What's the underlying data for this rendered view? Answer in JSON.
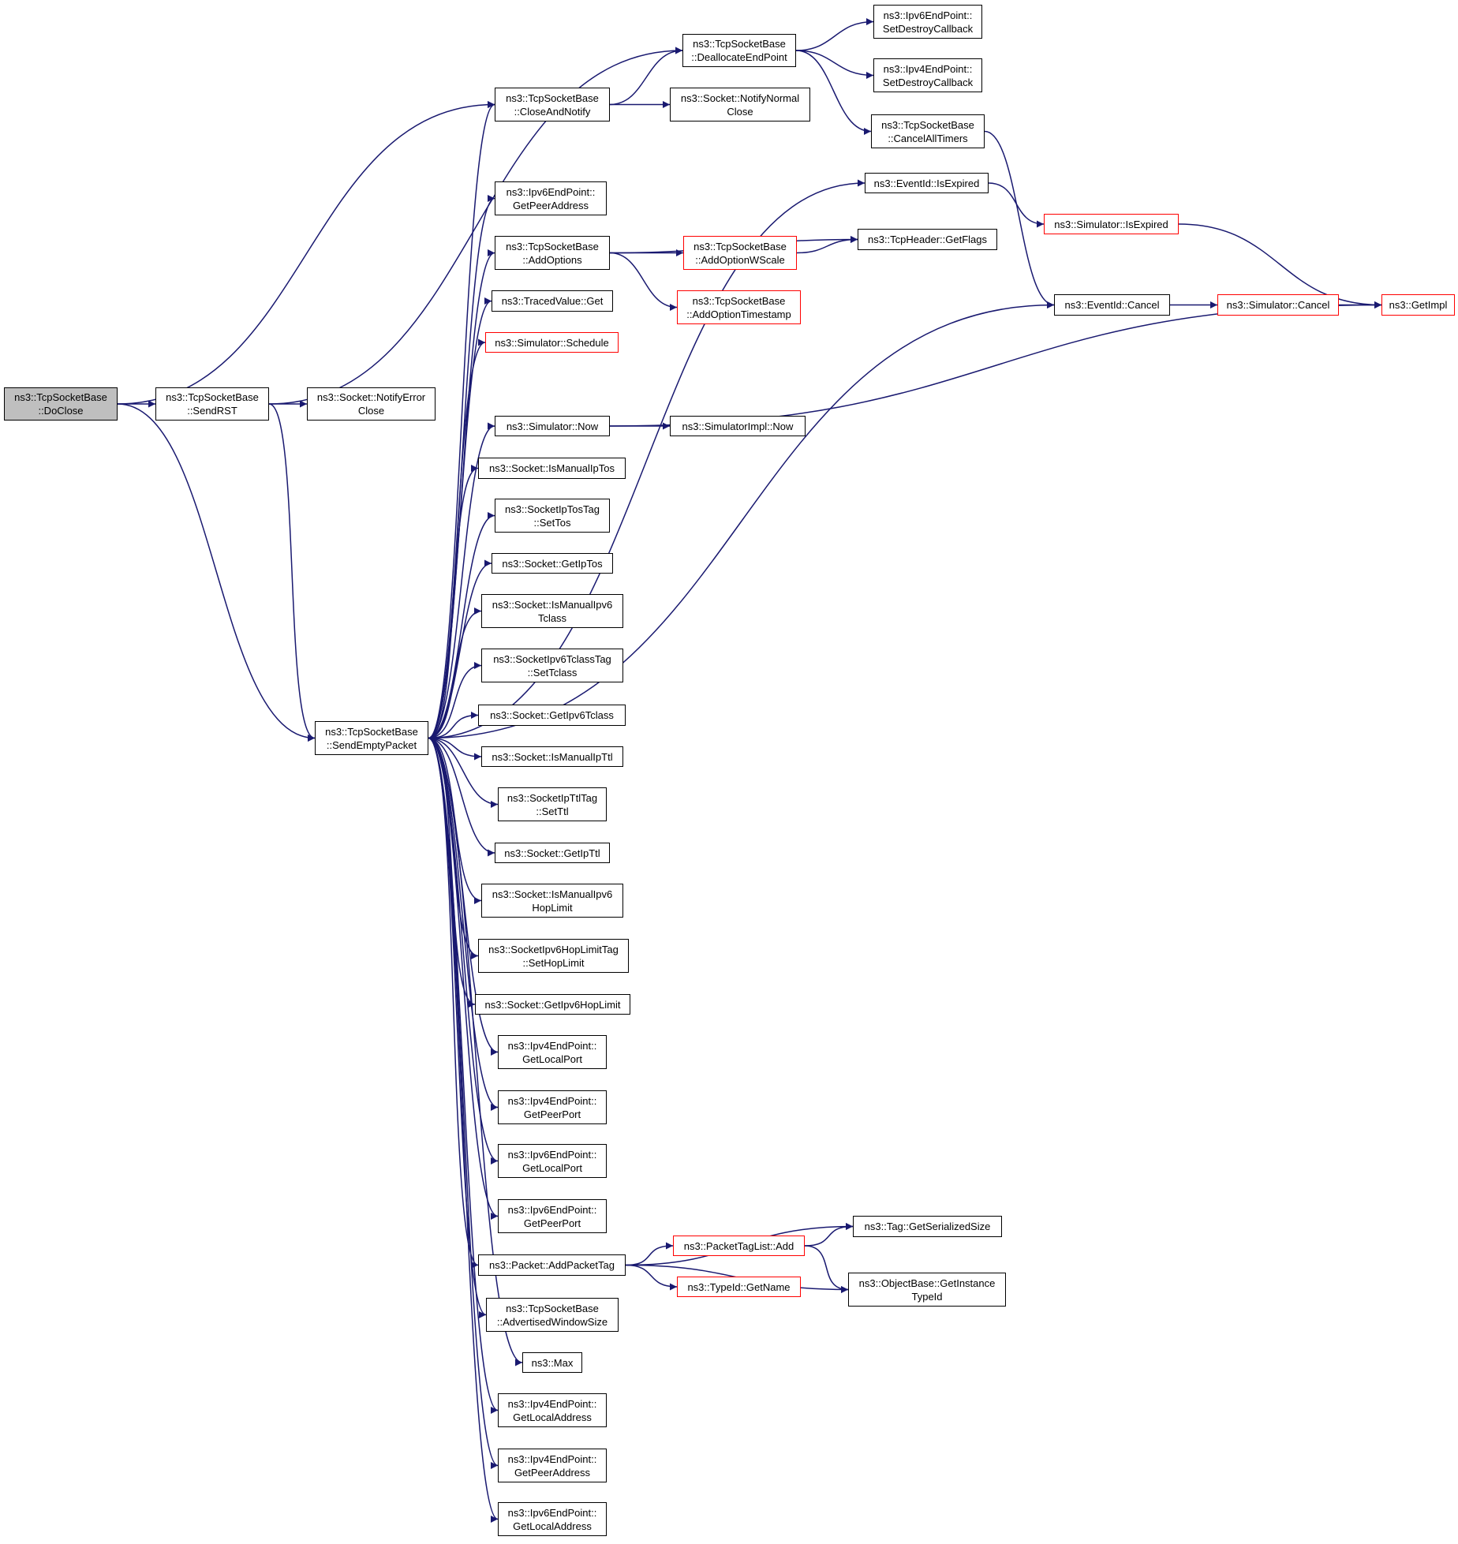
{
  "diagram": {
    "edge_color": "#191970",
    "node_border": "#000000",
    "truncated_node_border": "#ff0000",
    "root_fill": "#bfbfbf",
    "nodes": [
      {
        "id": "doclose",
        "lines": [
          "ns3::TcpSocketBase",
          "::DoClose"
        ],
        "root": true
      },
      {
        "id": "sendrst",
        "lines": [
          "ns3::TcpSocketBase",
          "::SendRST"
        ]
      },
      {
        "id": "notifyerrorclose",
        "lines": [
          "ns3::Socket::NotifyError",
          "Close"
        ]
      },
      {
        "id": "closeandnotify",
        "lines": [
          "ns3::TcpSocketBase",
          "::CloseAndNotify"
        ]
      },
      {
        "id": "deallocateendpoint",
        "lines": [
          "ns3::TcpSocketBase",
          "::DeallocateEndPoint"
        ]
      },
      {
        "id": "ipv6setdestroy",
        "lines": [
          "ns3::Ipv6EndPoint::",
          "SetDestroyCallback"
        ]
      },
      {
        "id": "ipv4setdestroy",
        "lines": [
          "ns3::Ipv4EndPoint::",
          "SetDestroyCallback"
        ]
      },
      {
        "id": "notifynormalclose",
        "lines": [
          "ns3::Socket::NotifyNormal",
          "Close"
        ]
      },
      {
        "id": "cancelalltimers",
        "lines": [
          "ns3::TcpSocketBase",
          "::CancelAllTimers"
        ]
      },
      {
        "id": "eventidisexpired",
        "lines": [
          "ns3::EventId::IsExpired"
        ]
      },
      {
        "id": "simulatorisexpired",
        "lines": [
          "ns3::Simulator::IsExpired"
        ],
        "red": true
      },
      {
        "id": "getimpl",
        "lines": [
          "ns3::GetImpl"
        ],
        "red": true
      },
      {
        "id": "eventidcancel",
        "lines": [
          "ns3::EventId::Cancel"
        ]
      },
      {
        "id": "simulatorcancel",
        "lines": [
          "ns3::Simulator::Cancel"
        ],
        "red": true
      },
      {
        "id": "ipv6getpeeraddress",
        "lines": [
          "ns3::Ipv6EndPoint::",
          "GetPeerAddress"
        ]
      },
      {
        "id": "addoptions",
        "lines": [
          "ns3::TcpSocketBase",
          "::AddOptions"
        ]
      },
      {
        "id": "tcpheadergetflags",
        "lines": [
          "ns3::TcpHeader::GetFlags"
        ]
      },
      {
        "id": "addoptionwscale",
        "lines": [
          "ns3::TcpSocketBase",
          "::AddOptionWScale"
        ],
        "red": true
      },
      {
        "id": "addoptiontimestamp",
        "lines": [
          "ns3::TcpSocketBase",
          "::AddOptionTimestamp"
        ],
        "red": true
      },
      {
        "id": "tracedvalueget",
        "lines": [
          "ns3::TracedValue::Get"
        ]
      },
      {
        "id": "simulatorschedule",
        "lines": [
          "ns3::Simulator::Schedule"
        ],
        "red": true
      },
      {
        "id": "simulatornow",
        "lines": [
          "ns3::Simulator::Now"
        ]
      },
      {
        "id": "simulatorimplnow",
        "lines": [
          "ns3::SimulatorImpl::Now"
        ]
      },
      {
        "id": "ismanualiptos",
        "lines": [
          "ns3::Socket::IsManualIpTos"
        ]
      },
      {
        "id": "socketiptostagsettos",
        "lines": [
          "ns3::SocketIpTosTag",
          "::SetTos"
        ]
      },
      {
        "id": "getiptos",
        "lines": [
          "ns3::Socket::GetIpTos"
        ]
      },
      {
        "id": "ismanualipv6tclass",
        "lines": [
          "ns3::Socket::IsManualIpv6",
          "Tclass"
        ]
      },
      {
        "id": "settclass",
        "lines": [
          "ns3::SocketIpv6TclassTag",
          "::SetTclass"
        ]
      },
      {
        "id": "sendemptypacket",
        "lines": [
          "ns3::TcpSocketBase",
          "::SendEmptyPacket"
        ]
      },
      {
        "id": "getipv6tclass",
        "lines": [
          "ns3::Socket::GetIpv6Tclass"
        ]
      },
      {
        "id": "ismanualipttl",
        "lines": [
          "ns3::Socket::IsManualIpTtl"
        ]
      },
      {
        "id": "setttl",
        "lines": [
          "ns3::SocketIpTtlTag",
          "::SetTtl"
        ]
      },
      {
        "id": "getipttl",
        "lines": [
          "ns3::Socket::GetIpTtl"
        ]
      },
      {
        "id": "ismanualipv6hoplimit",
        "lines": [
          "ns3::Socket::IsManualIpv6",
          "HopLimit"
        ]
      },
      {
        "id": "sethoplimit",
        "lines": [
          "ns3::SocketIpv6HopLimitTag",
          "::SetHopLimit"
        ]
      },
      {
        "id": "getipv6hoplimit",
        "lines": [
          "ns3::Socket::GetIpv6HopLimit"
        ]
      },
      {
        "id": "ipv4getlocalport",
        "lines": [
          "ns3::Ipv4EndPoint::",
          "GetLocalPort"
        ]
      },
      {
        "id": "ipv4getpeerport",
        "lines": [
          "ns3::Ipv4EndPoint::",
          "GetPeerPort"
        ]
      },
      {
        "id": "ipv6getlocalport",
        "lines": [
          "ns3::Ipv6EndPoint::",
          "GetLocalPort"
        ]
      },
      {
        "id": "ipv6getpeerport",
        "lines": [
          "ns3::Ipv6EndPoint::",
          "GetPeerPort"
        ]
      },
      {
        "id": "addpackettag",
        "lines": [
          "ns3::Packet::AddPacketTag"
        ]
      },
      {
        "id": "taggetserializedsize",
        "lines": [
          "ns3::Tag::GetSerializedSize"
        ]
      },
      {
        "id": "packettaglistadd",
        "lines": [
          "ns3::PacketTagList::Add"
        ],
        "red": true
      },
      {
        "id": "typeidgetname",
        "lines": [
          "ns3::TypeId::GetName"
        ],
        "red": true
      },
      {
        "id": "getinstancetypeid",
        "lines": [
          "ns3::ObjectBase::GetInstance",
          "TypeId"
        ]
      },
      {
        "id": "advertisedwindowsize",
        "lines": [
          "ns3::TcpSocketBase",
          "::AdvertisedWindowSize"
        ]
      },
      {
        "id": "max",
        "lines": [
          "ns3::Max"
        ]
      },
      {
        "id": "ipv4getlocaladdress",
        "lines": [
          "ns3::Ipv4EndPoint::",
          "GetLocalAddress"
        ]
      },
      {
        "id": "ipv4getpeeraddress",
        "lines": [
          "ns3::Ipv4EndPoint::",
          "GetPeerAddress"
        ]
      },
      {
        "id": "ipv6getlocaladdress",
        "lines": [
          "ns3::Ipv6EndPoint::",
          "GetLocalAddress"
        ]
      }
    ],
    "edges": [
      [
        "doclose",
        "sendrst"
      ],
      [
        "doclose",
        "closeandnotify"
      ],
      [
        "doclose",
        "sendemptypacket"
      ],
      [
        "sendrst",
        "notifyerrorclose"
      ],
      [
        "sendrst",
        "deallocateendpoint"
      ],
      [
        "sendrst",
        "sendemptypacket"
      ],
      [
        "closeandnotify",
        "deallocateendpoint"
      ],
      [
        "closeandnotify",
        "notifynormalclose"
      ],
      [
        "deallocateendpoint",
        "ipv6setdestroy"
      ],
      [
        "deallocateendpoint",
        "ipv4setdestroy"
      ],
      [
        "deallocateendpoint",
        "cancelalltimers"
      ],
      [
        "cancelalltimers",
        "eventidcancel"
      ],
      [
        "eventidisexpired",
        "simulatorisexpired"
      ],
      [
        "simulatorisexpired",
        "getimpl"
      ],
      [
        "eventidcancel",
        "simulatorcancel"
      ],
      [
        "simulatorcancel",
        "getimpl"
      ],
      [
        "addoptions",
        "tcpheadergetflags"
      ],
      [
        "addoptions",
        "addoptionwscale"
      ],
      [
        "addoptions",
        "addoptiontimestamp"
      ],
      [
        "addoptionwscale",
        "tcpheadergetflags"
      ],
      [
        "simulatornow",
        "simulatorimplnow"
      ],
      [
        "simulatornow",
        "getimpl"
      ],
      [
        "sendemptypacket",
        "closeandnotify"
      ],
      [
        "sendemptypacket",
        "eventidisexpired"
      ],
      [
        "sendemptypacket",
        "ipv6getpeeraddress"
      ],
      [
        "sendemptypacket",
        "addoptions"
      ],
      [
        "sendemptypacket",
        "tracedvalueget"
      ],
      [
        "sendemptypacket",
        "simulatorschedule"
      ],
      [
        "sendemptypacket",
        "eventidcancel"
      ],
      [
        "sendemptypacket",
        "simulatornow"
      ],
      [
        "sendemptypacket",
        "ismanualiptos"
      ],
      [
        "sendemptypacket",
        "socketiptostagsettos"
      ],
      [
        "sendemptypacket",
        "getiptos"
      ],
      [
        "sendemptypacket",
        "ismanualipv6tclass"
      ],
      [
        "sendemptypacket",
        "settclass"
      ],
      [
        "sendemptypacket",
        "getipv6tclass"
      ],
      [
        "sendemptypacket",
        "ismanualipttl"
      ],
      [
        "sendemptypacket",
        "setttl"
      ],
      [
        "sendemptypacket",
        "getipttl"
      ],
      [
        "sendemptypacket",
        "ismanualipv6hoplimit"
      ],
      [
        "sendemptypacket",
        "sethoplimit"
      ],
      [
        "sendemptypacket",
        "getipv6hoplimit"
      ],
      [
        "sendemptypacket",
        "ipv4getlocalport"
      ],
      [
        "sendemptypacket",
        "ipv4getpeerport"
      ],
      [
        "sendemptypacket",
        "ipv6getlocalport"
      ],
      [
        "sendemptypacket",
        "ipv6getpeerport"
      ],
      [
        "sendemptypacket",
        "addpackettag"
      ],
      [
        "sendemptypacket",
        "advertisedwindowsize"
      ],
      [
        "sendemptypacket",
        "max"
      ],
      [
        "sendemptypacket",
        "ipv4getlocaladdress"
      ],
      [
        "sendemptypacket",
        "ipv4getpeeraddress"
      ],
      [
        "sendemptypacket",
        "ipv6getlocaladdress"
      ],
      [
        "addpackettag",
        "taggetserializedsize"
      ],
      [
        "addpackettag",
        "packettaglistadd"
      ],
      [
        "addpackettag",
        "typeidgetname"
      ],
      [
        "addpackettag",
        "getinstancetypeid"
      ],
      [
        "packettaglistadd",
        "taggetserializedsize"
      ],
      [
        "packettaglistadd",
        "getinstancetypeid"
      ]
    ]
  }
}
